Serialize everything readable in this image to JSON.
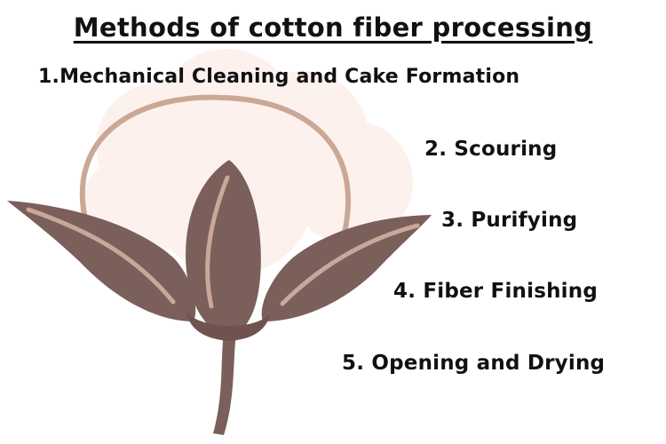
{
  "title": "Methods of cotton fiber processing",
  "steps": [
    "1.Mechanical Cleaning and Cake Formation",
    "2. Scouring",
    "3. Purifying",
    "4. Fiber Finishing",
    "5. Opening and Drying"
  ],
  "illustration": {
    "icon": "cotton-boll-icon",
    "colors": {
      "fluff": "#fdf1ee",
      "ring": "#c9a896",
      "leaf": "#7b5f5a",
      "vein": "#c9a89a"
    }
  }
}
